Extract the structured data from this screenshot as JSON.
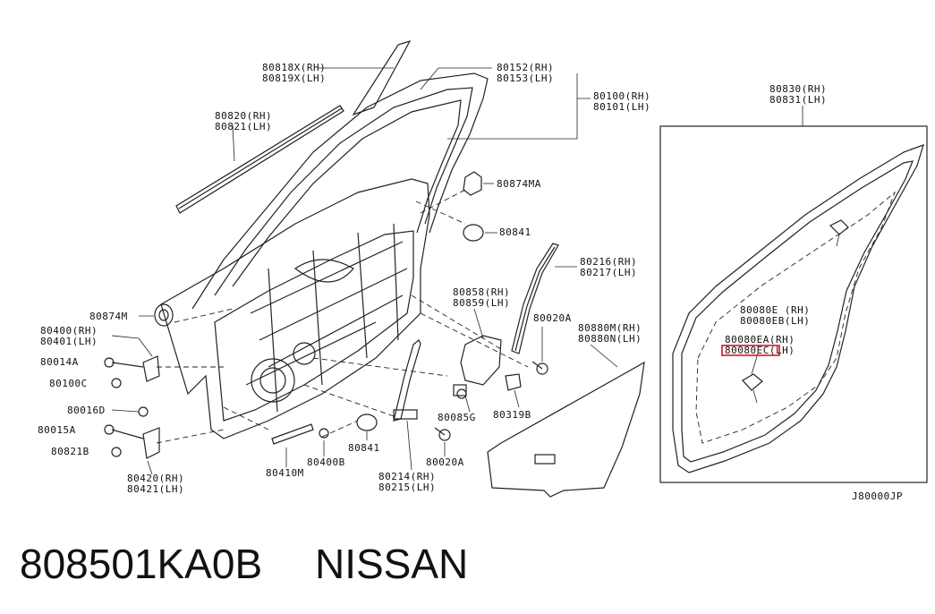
{
  "labels": {
    "l80818": "80818X(RH)",
    "l80819": "80819X(LH)",
    "l80152": "80152(RH)",
    "l80153": "80153(LH)",
    "l80100": "80100(RH)",
    "l80101": "80101(LH)",
    "l80820": "80820(RH)",
    "l80821": "80821(LH)",
    "l80874MA": "80874MA",
    "l80841a": "80841",
    "l80216": "80216(RH)",
    "l80217": "80217(LH)",
    "l80858": "80858(RH)",
    "l80859": "80859(LH)",
    "l80020Aa": "80020A",
    "l80874M": "80874M",
    "l80400": "80400(RH)",
    "l80401": "80401(LH)",
    "l80014A": "80014A",
    "l80100C": "80100C",
    "l80016D": "80016D",
    "l80015A": "80015A",
    "l80821B": "80821B",
    "l80420": "80420(RH)",
    "l80421": "80421(LH)",
    "l80410M": "80410M",
    "l80400B": "80400B",
    "l80841b": "80841",
    "l80214": "80214(RH)",
    "l80215": "80215(LH)",
    "l80020Ab": "80020A",
    "l80085G": "80085G",
    "l80319B": "80319B",
    "l80880M": "80880M(RH)",
    "l80880N": "80880N(LH)",
    "l80830": "80830(RH)",
    "l80831": "80831(LH)",
    "l80080E": "80080E (RH)",
    "l80080EB": "80080EB(LH)",
    "l80080EA": "80080EA(RH)",
    "l80080EC": "80080EC(LH)",
    "code": "J80000JP"
  },
  "caption": {
    "part_number": "808501KA0B",
    "brand": "NISSAN"
  },
  "colors": {
    "highlight": "#e0102a"
  }
}
